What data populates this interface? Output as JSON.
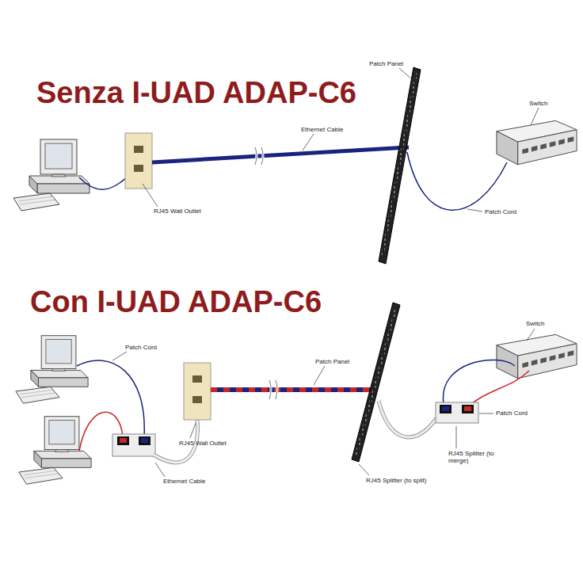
{
  "diagram": {
    "labels": [
      "Senza I-UAD ADAP-C6",
      "RJ45 Wall Outlet",
      "Ethernet Cable",
      "Patch Panel",
      "Switch",
      "Patch Cord",
      "Con I-UAD ADAP-C6",
      "Patch Cord",
      "RJ45 Wall Outlet",
      "Ethernet Cable",
      "Patch Panel",
      "RJ45 Splitter (to split)",
      "Switch",
      "Patch Cord",
      "RJ45 Splitter (to merge)"
    ]
  }
}
